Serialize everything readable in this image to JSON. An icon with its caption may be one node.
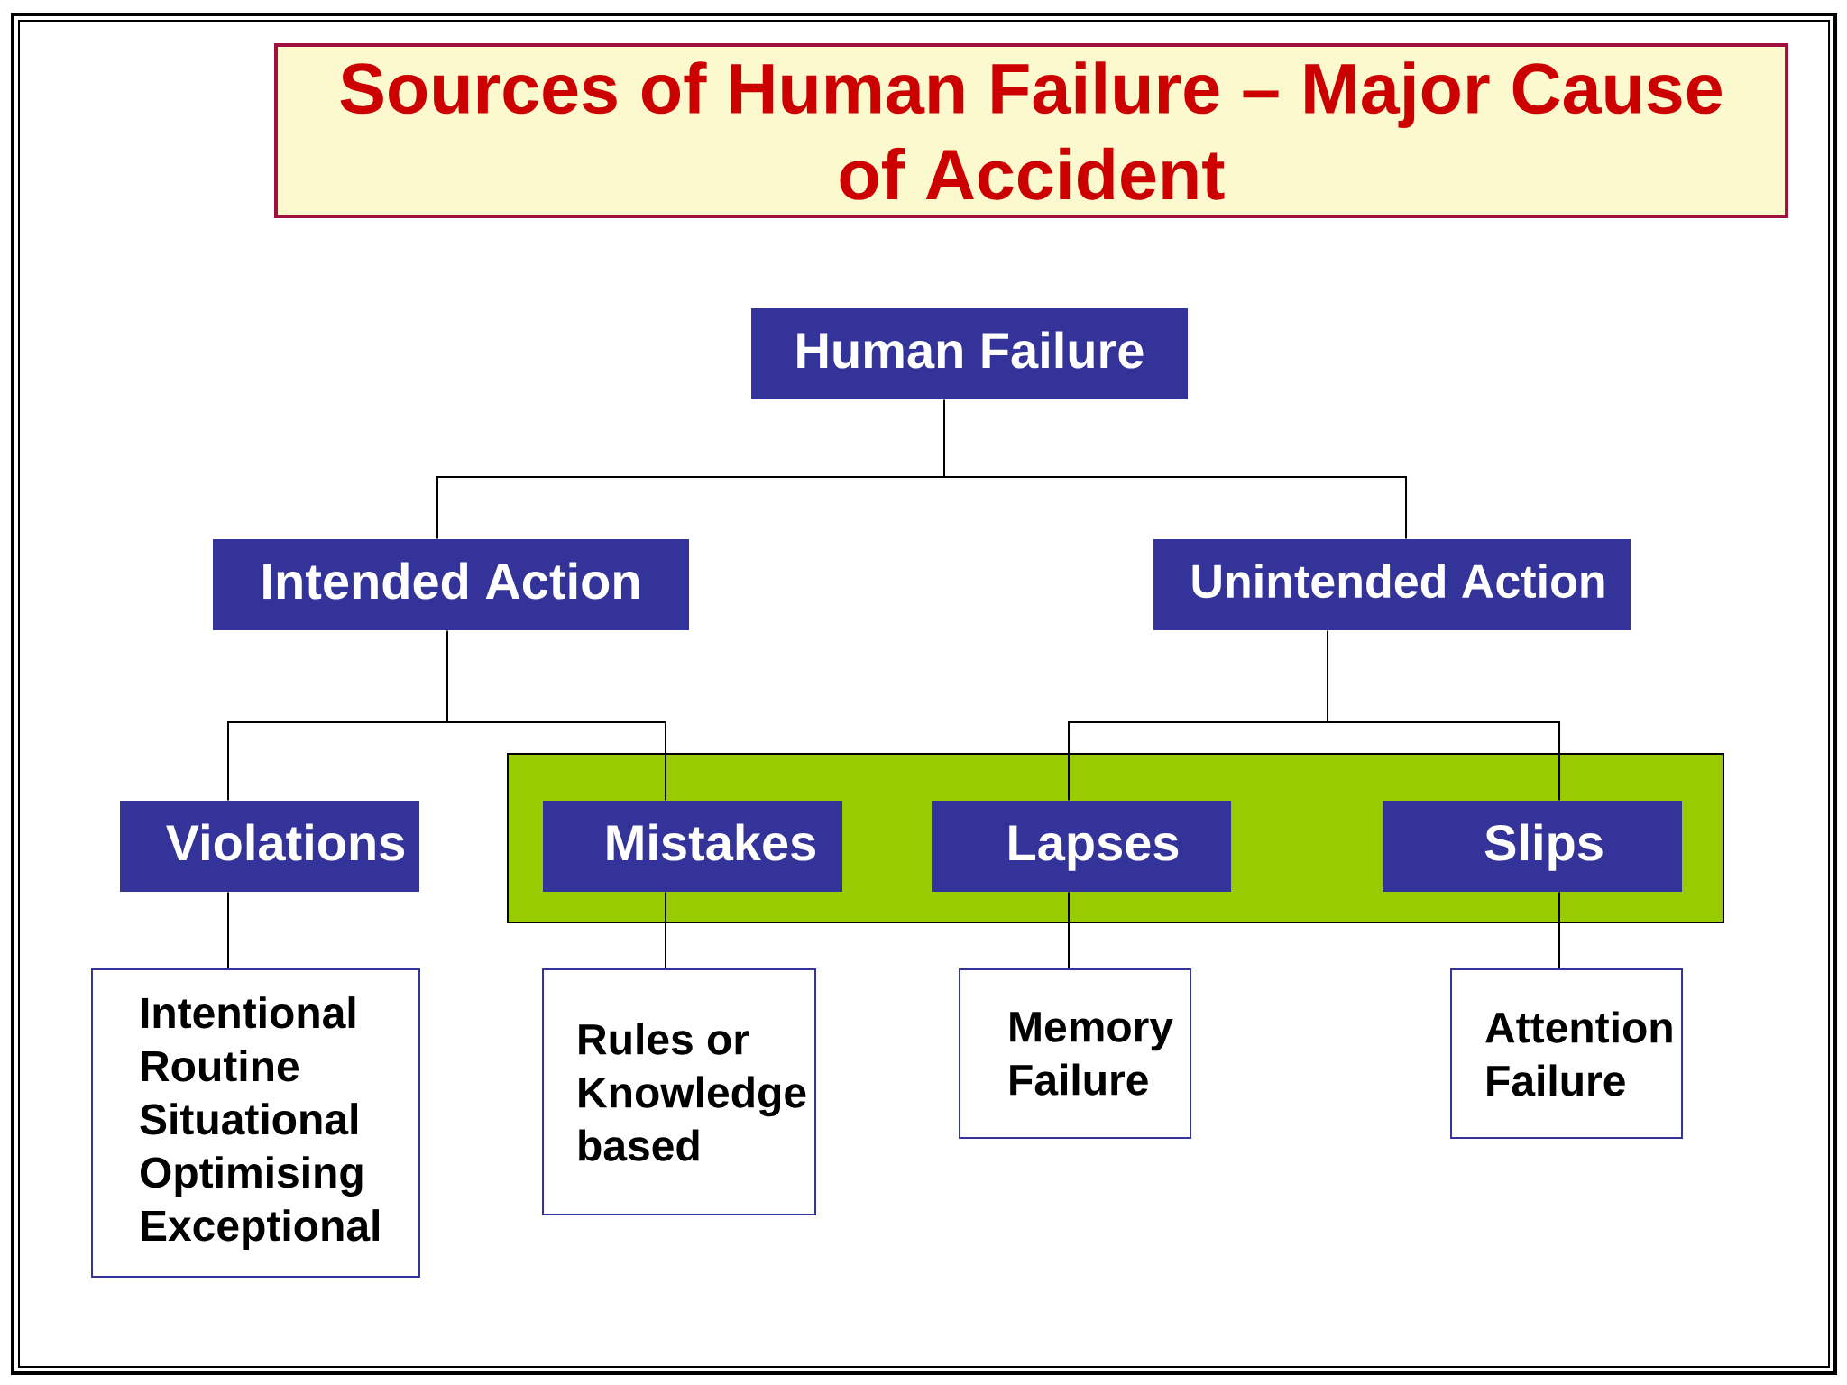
{
  "diagram": {
    "title": "Sources of Human Failure – Major Cause of Accident",
    "nodes": [
      {
        "text": [
          "Human Failure"
        ]
      },
      {
        "text": [
          "Intended Action"
        ]
      },
      {
        "text": [
          "Unintended Action"
        ]
      },
      {
        "text": [
          "Violations"
        ]
      },
      {
        "text": [],
        "shape": "box"
      },
      {
        "text": [
          "Mistakes"
        ],
        "in": 4
      },
      {
        "text": [
          "Lapses"
        ],
        "in": 4
      },
      {
        "text": [
          "Slips"
        ],
        "in": 4
      },
      {
        "text": [
          "Intentional",
          "Routine",
          "Situational",
          "Optimising",
          "Exceptional"
        ]
      },
      {
        "text": [
          "Rules or Knowledge based"
        ]
      },
      {
        "text": [
          "Memory Failure"
        ]
      },
      {
        "text": [
          "Attention Failure"
        ]
      }
    ],
    "edges": [
      {
        "from": 0,
        "to": 1,
        "arrow": "none"
      },
      {
        "from": 0,
        "to": 2,
        "arrow": "none"
      },
      {
        "from": 1,
        "to": 3,
        "arrow": "none"
      },
      {
        "from": 1,
        "to": 5,
        "arrow": "none"
      },
      {
        "from": 2,
        "to": 6,
        "arrow": "none"
      },
      {
        "from": 2,
        "to": 7,
        "arrow": "none"
      },
      {
        "from": 3,
        "to": 8,
        "arrow": "none"
      },
      {
        "from": 5,
        "to": 9,
        "arrow": "none"
      },
      {
        "from": 6,
        "to": 10,
        "arrow": "none"
      },
      {
        "from": 7,
        "to": 11,
        "arrow": "none"
      }
    ]
  }
}
